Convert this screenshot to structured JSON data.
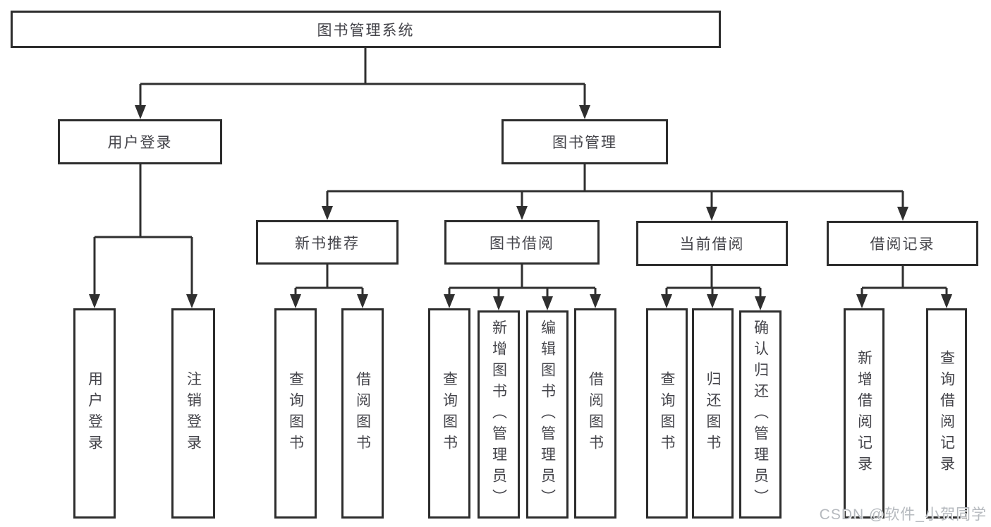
{
  "title": "图书管理系统",
  "user_login": {
    "label": "用户登录",
    "children": [
      "用户登录",
      "注销登录"
    ]
  },
  "book_management": {
    "label": "图书管理",
    "sections": [
      {
        "label": "新书推荐",
        "children": [
          "查询图书",
          "借阅图书"
        ]
      },
      {
        "label": "图书借阅",
        "children": [
          "查询图书",
          "新增图书（管理员）",
          "编辑图书（管理员）",
          "借阅图书"
        ]
      },
      {
        "label": "当前借阅",
        "children": [
          "查询图书",
          "归还图书",
          "确认归还（管理员）"
        ]
      },
      {
        "label": "借阅记录",
        "children": [
          "新增借阅记录",
          "查询借阅记录"
        ]
      }
    ]
  },
  "watermark": "CSDN @软件_小贺同学",
  "colors": {
    "line": "#2f2f2f",
    "box_border": "#2d2d2d",
    "text": "#45454b",
    "watermark": "#b5b9be"
  }
}
